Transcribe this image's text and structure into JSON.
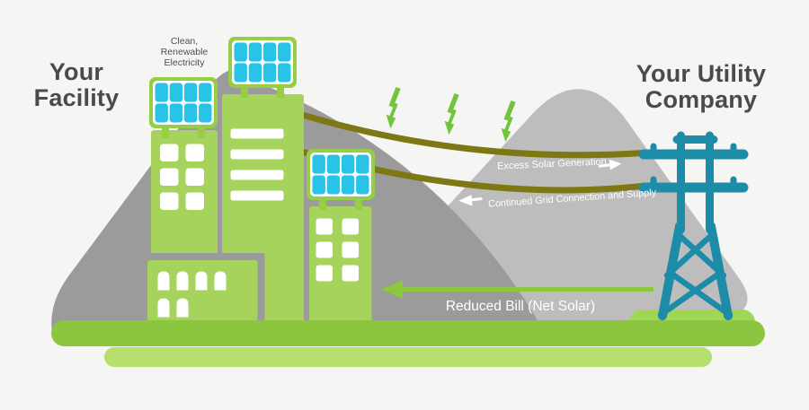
{
  "infographic": {
    "left_title": "Your\nFacility",
    "right_title": "Your Utility\nCompany",
    "panel_caption": "Clean,\nRenewable\nElectricity",
    "flow_labels": {
      "excess": "Excess Solar Generation",
      "grid_supply": "Continued Grid Connection and Supply",
      "reduced_bill": "Reduced Bill (Net Solar)"
    },
    "colors": {
      "background": "#f5f5f4",
      "mountain_dark": "#9b9b9b",
      "mountain_light": "#bdbdbd",
      "building_green": "#a5d35c",
      "panel_frame_green": "#97ce45",
      "solar_cell_cyan": "#29c3e8",
      "window_white": "#ffffff",
      "power_line_olive": "#7e7814",
      "tower_teal": "#1d8ca9",
      "bolt_green": "#72c43f",
      "mound_green": "#a0d653",
      "ground_dark_green": "#8cc63f",
      "ground_light_green": "#b5e06e",
      "arrow_green": "#8dc63f",
      "title_gray": "#4a4a4a",
      "label_white": "#ffffff"
    }
  }
}
